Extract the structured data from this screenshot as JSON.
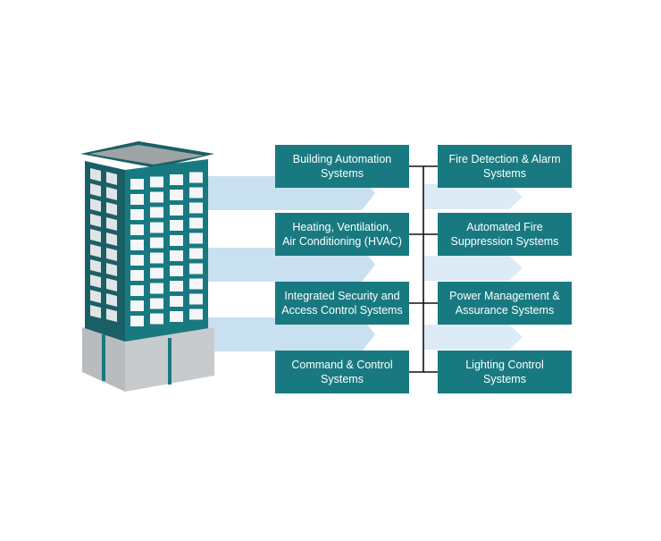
{
  "colors": {
    "teal": "#187a80",
    "building_dark": "#1b5f66",
    "window": "#f4f6f7",
    "base_gray": "#b8bcbf",
    "roof_gray": "#9ea3a6",
    "arrow": "#c9e0f1",
    "connector": "#111111"
  },
  "left_systems": [
    {
      "label": "Building Automation\nSystems"
    },
    {
      "label": "Heating, Ventilation,\nAir Conditioning (HVAC)"
    },
    {
      "label": "Integrated Security and\nAccess Control Systems"
    },
    {
      "label": "Command & Control\nSystems"
    }
  ],
  "right_systems": [
    {
      "label": "Fire Detection & Alarm\nSystems"
    },
    {
      "label": "Automated Fire\nSuppression Systems"
    },
    {
      "label": "Power Management &\nAssurance Systems"
    },
    {
      "label": "Lighting Control Systems"
    }
  ],
  "building": {
    "icon": "office-building-icon"
  }
}
